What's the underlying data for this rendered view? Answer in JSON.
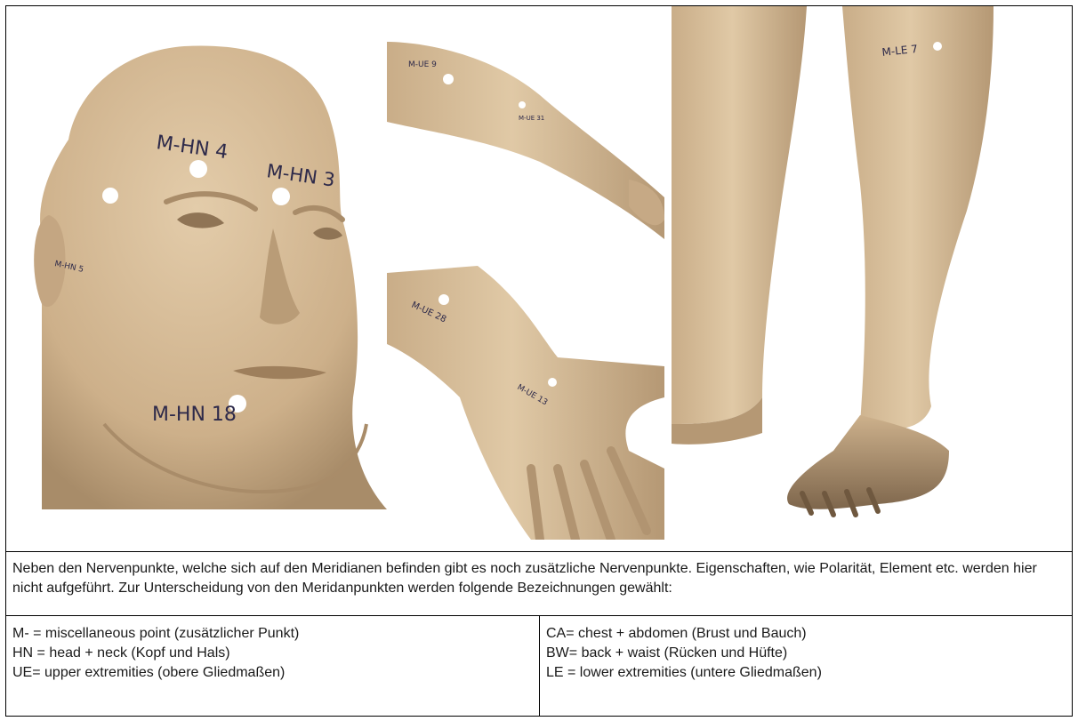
{
  "figure": {
    "colors": {
      "skin": "#d8bf9b",
      "skin_shadow": "#b89d78",
      "skin_dark": "#8e7558",
      "point": "#ffffff",
      "label": "#2e2a4a"
    },
    "points": {
      "hn4": "M-HN 4",
      "hn3": "M-HN 3",
      "hn5": "M-HN 5",
      "hn18": "M-HN 18",
      "ue9": "M-UE 9",
      "ue31": "M-UE 31",
      "ue28": "M-UE 28",
      "ue13": "M-UE 13",
      "le7": "M-LE 7"
    }
  },
  "description": "Neben den Nervenpunkte, welche sich auf den Meridianen befinden gibt es noch zusätzliche Nervenpunkte. Eigenschaften, wie Polarität, Element etc. werden hier nicht aufgeführt. Zur Unterscheidung von den Meridanpunkten werden folgende Bezeichnungen gewählt:",
  "legend": {
    "left": [
      "M- = miscellaneous point (zusätzlicher Punkt)",
      "HN = head + neck (Kopf und Hals)",
      "UE= upper extremities (obere Gliedmaßen)"
    ],
    "right": [
      "CA= chest + abdomen (Brust und Bauch)",
      "BW=  back + waist (Rücken und Hüfte)",
      "LE = lower extremities (untere Gliedmaßen)"
    ]
  }
}
